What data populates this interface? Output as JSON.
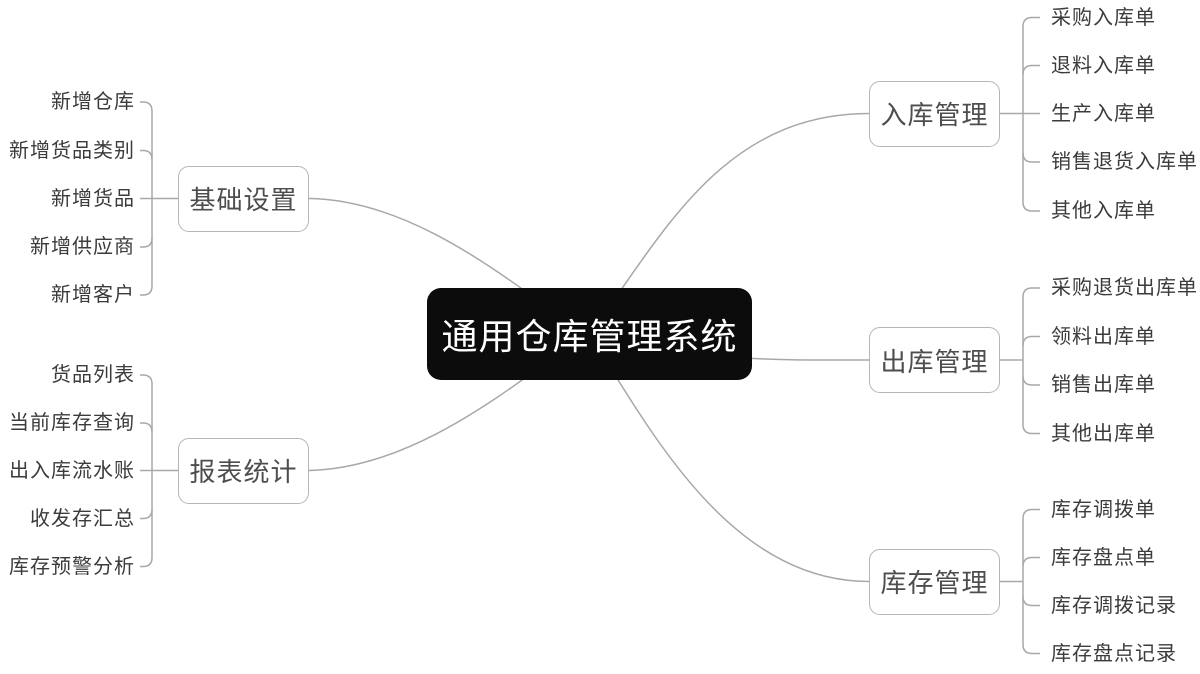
{
  "root": {
    "label": "通用仓库管理系统"
  },
  "branches": [
    {
      "id": "basic-settings",
      "label": "基础设置",
      "side": "left",
      "children": [
        "新增仓库",
        "新增货品类别",
        "新增货品",
        "新增供应商",
        "新增客户"
      ]
    },
    {
      "id": "report-statistics",
      "label": "报表统计",
      "side": "left",
      "children": [
        "货品列表",
        "当前库存查询",
        "出入库流水账",
        "收发存汇总",
        "库存预警分析"
      ]
    },
    {
      "id": "inbound-management",
      "label": "入库管理",
      "side": "right",
      "children": [
        "采购入库单",
        "退料入库单",
        "生产入库单",
        "销售退货入库单",
        "其他入库单"
      ]
    },
    {
      "id": "outbound-management",
      "label": "出库管理",
      "side": "right",
      "children": [
        "采购退货出库单",
        "领料出库单",
        "销售出库单",
        "其他出库单"
      ]
    },
    {
      "id": "inventory-management",
      "label": "库存管理",
      "side": "right",
      "children": [
        "库存调拨单",
        "库存盘点单",
        "库存调拨记录",
        "库存盘点记录"
      ]
    }
  ],
  "colors": {
    "line": "#a8a8a8",
    "node_border": "#b5b5b5",
    "node_text": "#4d4d4d",
    "leaf_text": "#3b3b3b",
    "root_bg": "#0c0c0c",
    "root_text": "#ffffff",
    "background": "#ffffff"
  }
}
